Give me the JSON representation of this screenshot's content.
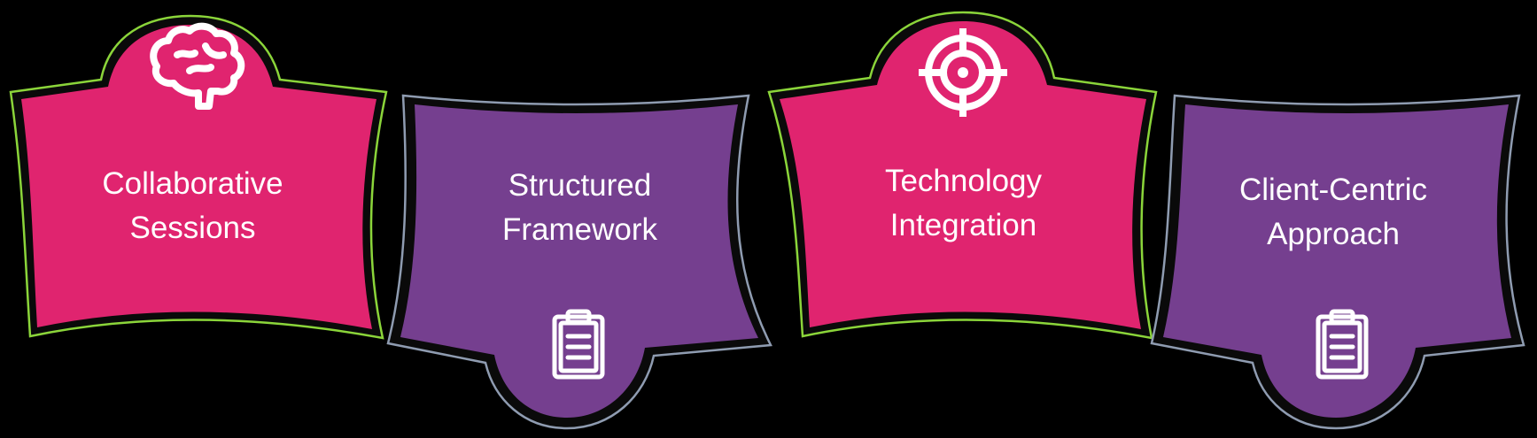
{
  "colors": {
    "background": "#000000",
    "pink": "#E0246F",
    "purple": "#753F8F",
    "pink_outline": "#8BD53A",
    "purple_outline": "#8F9CB1",
    "icon": "#FFFFFF",
    "text": "#FFFFFF"
  },
  "cards": [
    {
      "id": "collaborative-sessions",
      "variant": "pink",
      "icon": "brain-icon",
      "lines": [
        "Collaborative",
        "Sessions"
      ]
    },
    {
      "id": "structured-framework",
      "variant": "purple",
      "icon": "clipboard-icon",
      "lines": [
        "Structured",
        "Framework"
      ]
    },
    {
      "id": "technology-integration",
      "variant": "pink",
      "icon": "target-icon",
      "lines": [
        "Technology",
        "Integration"
      ]
    },
    {
      "id": "client-centric-approach",
      "variant": "purple",
      "icon": "clipboard-icon",
      "lines": [
        "Client-Centric",
        "Approach"
      ]
    }
  ]
}
